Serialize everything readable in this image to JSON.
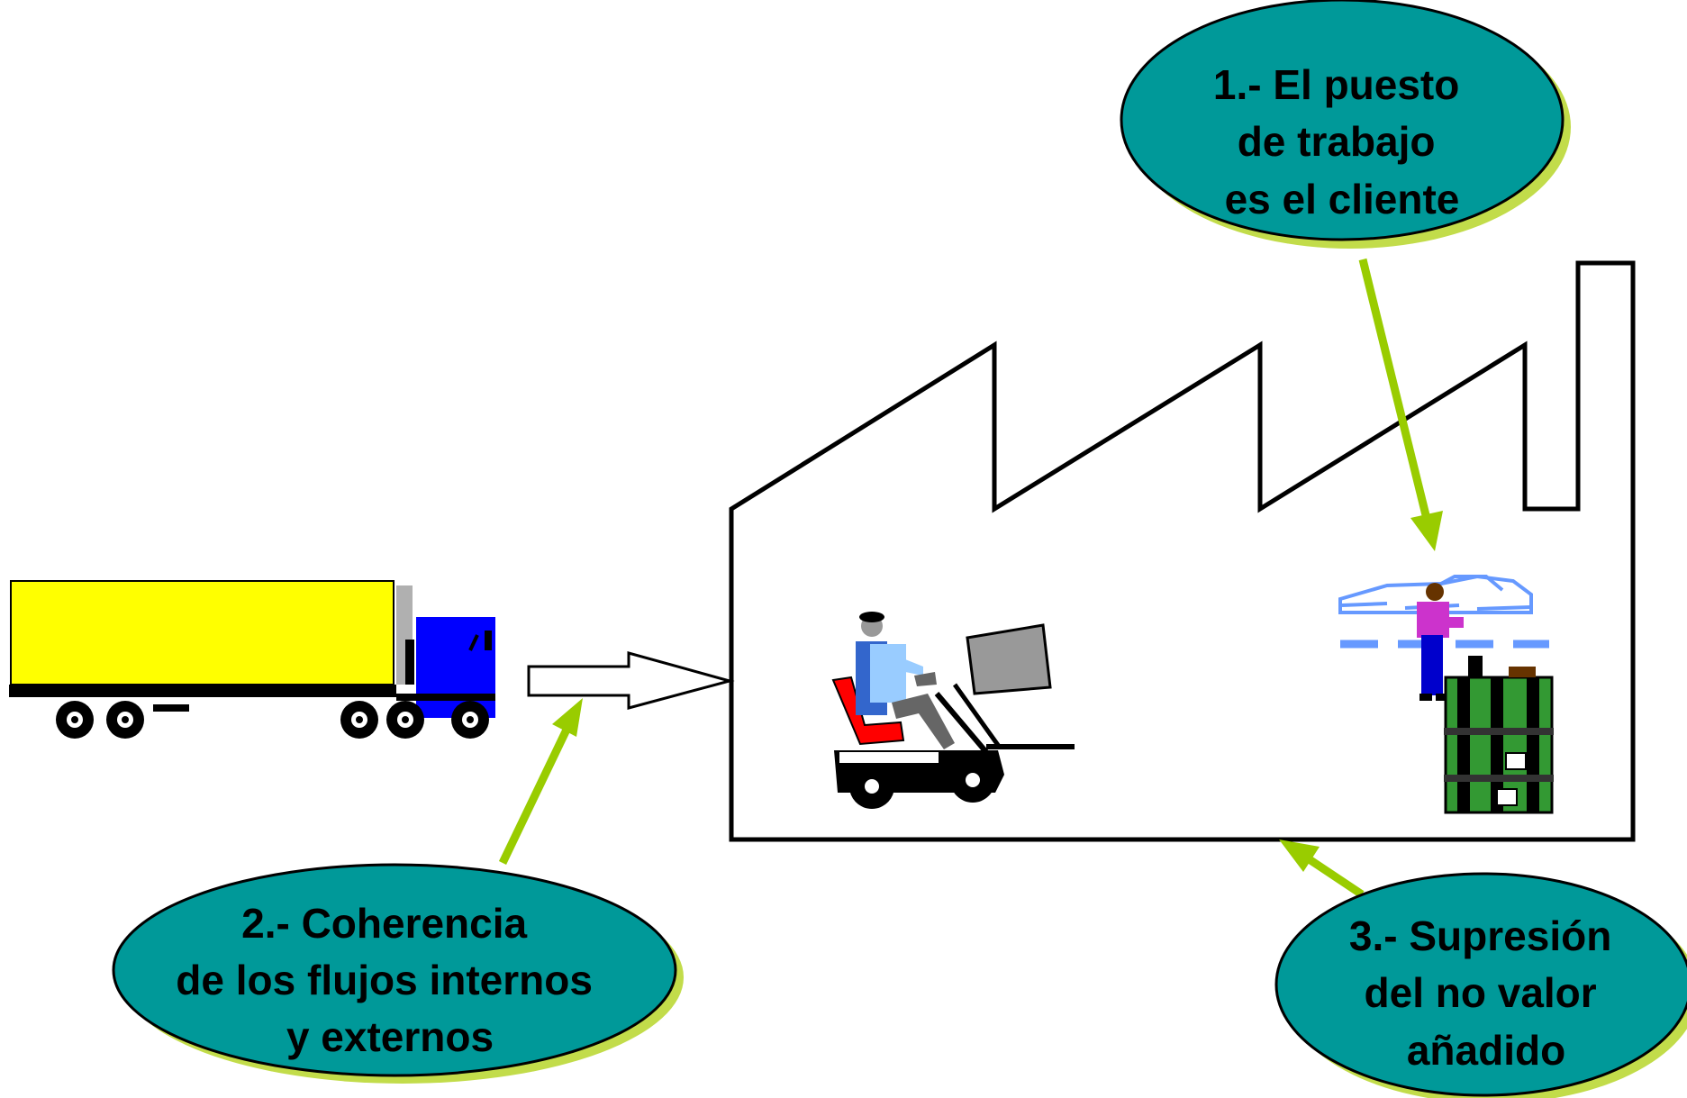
{
  "colors": {
    "ellipse_fill": "#009999",
    "ellipse_shadow": "#c2dc4a",
    "arrow_green": "#99cc00",
    "truck_trailer": "#ffff00",
    "truck_cab": "#0000ff",
    "outline": "#000000"
  },
  "callouts": {
    "c1": {
      "lines": [
        "1.- El  puesto",
        "de trabajo",
        "es el cliente"
      ]
    },
    "c2": {
      "lines": [
        "2.- Coherencia",
        "de los flujos internos",
        "y externos"
      ]
    },
    "c3": {
      "lines": [
        "3.- Supresión",
        "del no valor",
        "añadido"
      ]
    }
  },
  "icons": {
    "truck": "truck-icon",
    "flow_arrow": "flow-arrow-icon",
    "factory": "factory-icon",
    "forklift": "forklift-icon",
    "worker": "worker-icon",
    "shelving": "pallet-rack-icon"
  }
}
